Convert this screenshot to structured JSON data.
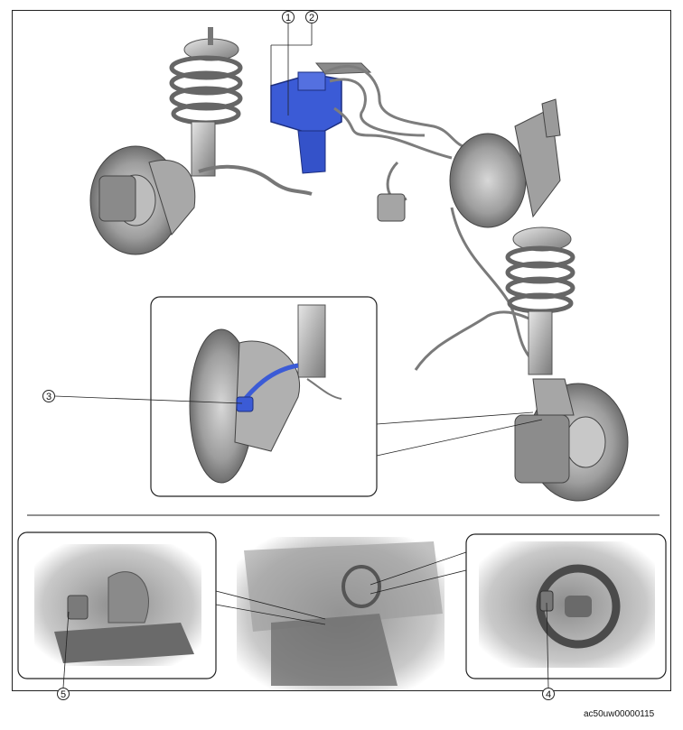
{
  "callouts": [
    {
      "num": "1"
    },
    {
      "num": "2"
    },
    {
      "num": "3"
    },
    {
      "num": "4"
    },
    {
      "num": "5"
    }
  ],
  "figure_code": "ac50uw00000115",
  "colors": {
    "highlight": "#3b5bd6",
    "part": "#9a9a9a",
    "line": "#222222"
  }
}
